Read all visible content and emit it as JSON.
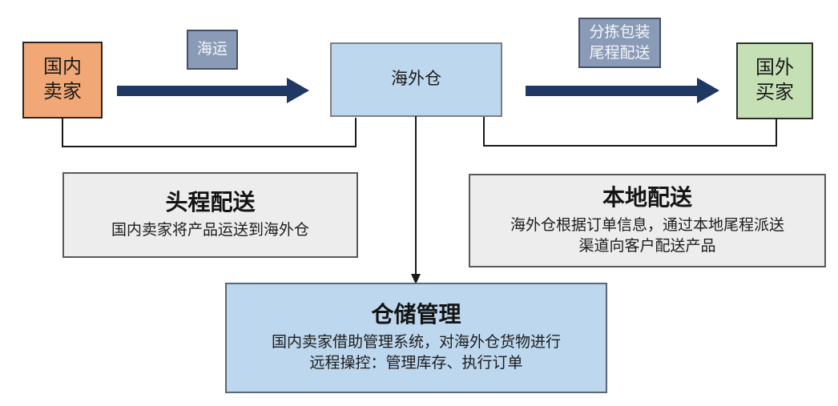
{
  "diagram": {
    "subject": "overseas-warehouse-logistics-flow",
    "colors": {
      "seller_fill": "#F2A876",
      "warehouse_fill": "#BDD7EE",
      "buyer_fill": "#C5E0B4",
      "edge_label_fill": "#8A9BB8",
      "detail_gray_fill": "#EDEDED",
      "arrow_navy": "#1F3864",
      "connector_black": "#1a1a1a"
    },
    "nodes": {
      "domestic_seller": {
        "label": "国内卖家",
        "lines": [
          "国内",
          "卖家"
        ]
      },
      "overseas_warehouse": {
        "label": "海外仓"
      },
      "foreign_buyer": {
        "label": "国外买家",
        "lines": [
          "国外",
          "买家"
        ]
      }
    },
    "edge_labels": {
      "sea_shipping": {
        "text": "海运"
      },
      "sorting_lastmile": {
        "lines": [
          "分拣包装",
          "尾程配送"
        ]
      }
    },
    "detail_boxes": {
      "first_leg": {
        "title": "头程配送",
        "desc": "国内卖家将产品运送到海外仓",
        "desc_lines": [
          "国内卖家将产品运送到海外仓"
        ]
      },
      "local_delivery": {
        "title": "本地配送",
        "desc": "海外仓根据订单信息，通过本地尾程派送渠道向客户配送产品",
        "desc_lines": [
          "海外仓根据订单信息，通过本地尾程派送",
          "渠道向客户配送产品"
        ]
      },
      "warehouse_management": {
        "title": "仓储管理",
        "desc": "国内卖家借助管理系统，对海外仓货物进行远程操控：管理库存、执行订单",
        "desc_lines": [
          "国内卖家借助管理系统，对海外仓货物进行",
          "远程操控：管理库存、执行订单"
        ]
      }
    }
  }
}
